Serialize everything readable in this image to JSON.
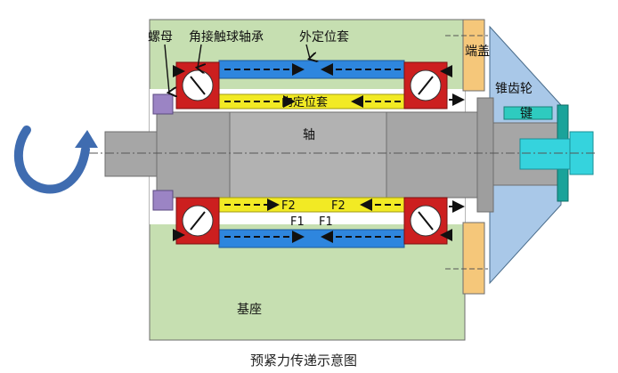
{
  "labels": {
    "nut": "螺母",
    "angular_bearing": "角接触球轴承",
    "outer_spacer": "外定位套",
    "end_cap": "端盖",
    "bevel_gear": "锥齿轮",
    "key": "键",
    "inner_spacer": "内定位套",
    "shaft": "轴",
    "base": "基座",
    "f2_left": "F2",
    "f2_right": "F2",
    "f1_left": "F1",
    "f1_right": "F1"
  },
  "caption": "预紧力传递示意图",
  "colors": {
    "base": "#c6dfb1",
    "shaft": "#a6a6a6",
    "shaft_dark": "#8c8c8c",
    "bearing_race": "#cc1f1f",
    "outer_spacer": "#2e86de",
    "inner_spacer": "#f2ea24",
    "nut": "#9b84c4",
    "end_cap": "#f5c77a",
    "bevel_gear": "#a9c8e8",
    "key": "#2ecbbf",
    "motor_shaft": "#35d3dd",
    "rotation_arrow": "#3f6cb0"
  },
  "icons": {
    "rotation": "curved-rotation-arrow-icon",
    "force_arrow": "dashed-force-arrow-icon"
  }
}
